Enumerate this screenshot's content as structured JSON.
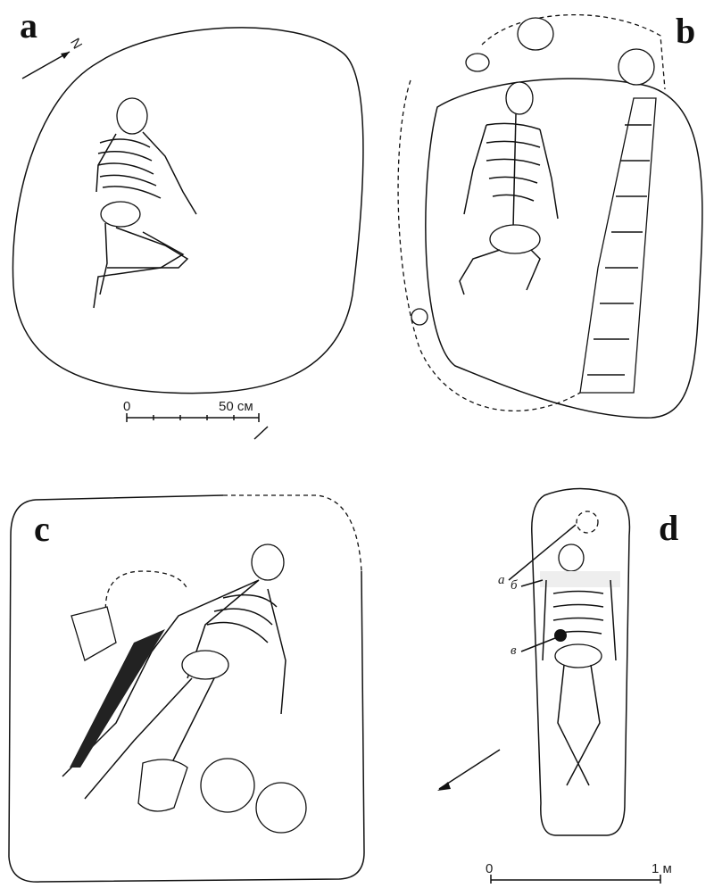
{
  "panels": {
    "a": {
      "label": "a",
      "north_label": "N",
      "scale": {
        "start": "0",
        "end": "50 см"
      }
    },
    "b": {
      "label": "b"
    },
    "c": {
      "label": "c"
    },
    "d": {
      "label": "d",
      "markers": [
        "а",
        "б",
        "в"
      ],
      "scale": {
        "start": "0",
        "end": "1 м"
      }
    }
  }
}
